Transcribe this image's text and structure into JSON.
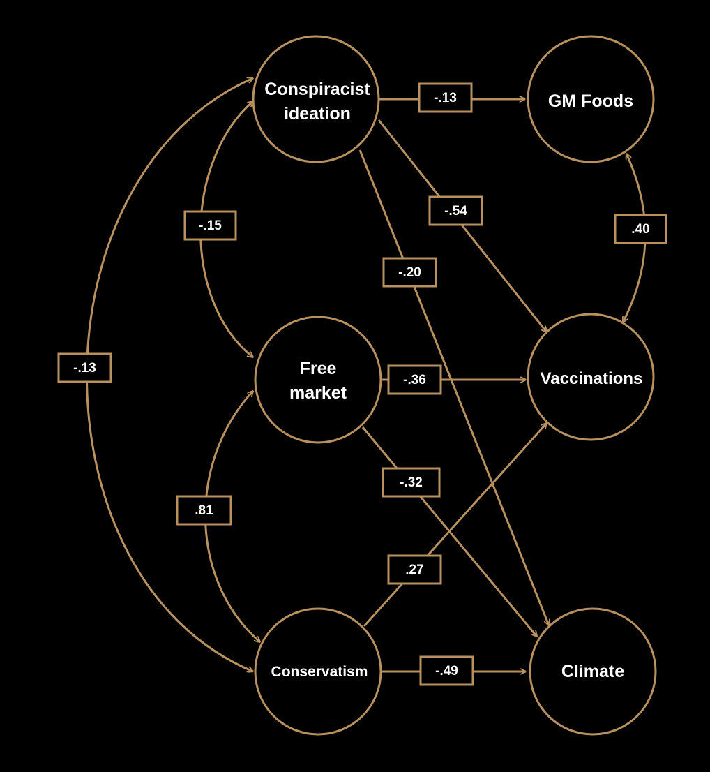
{
  "colors": {
    "background": "#000000",
    "stroke": "#b8915e",
    "text": "#ffffff"
  },
  "nodes": {
    "conspiracist": {
      "line1": "Conspiracist",
      "line2": "ideation"
    },
    "free_market": {
      "line1": "Free",
      "line2": "market"
    },
    "conservatism": {
      "line1": "Conservatism"
    },
    "gm_foods": {
      "line1": "GM Foods"
    },
    "vaccinations": {
      "line1": "Vaccinations"
    },
    "climate": {
      "line1": "Climate"
    }
  },
  "paths": {
    "conspiracist_gm": "-.13",
    "conspiracist_vaccinations": "-.54",
    "conspiracist_climate": "-.20",
    "free_market_vaccinations": "-.36",
    "free_market_climate": "-.32",
    "conservatism_vaccinations": ".27",
    "conservatism_climate": "-.49"
  },
  "correlations": {
    "conspiracist_free_market": "-.15",
    "free_market_conservatism": ".81",
    "conspiracist_conservatism": "-.13",
    "gm_vaccinations": ".40"
  }
}
